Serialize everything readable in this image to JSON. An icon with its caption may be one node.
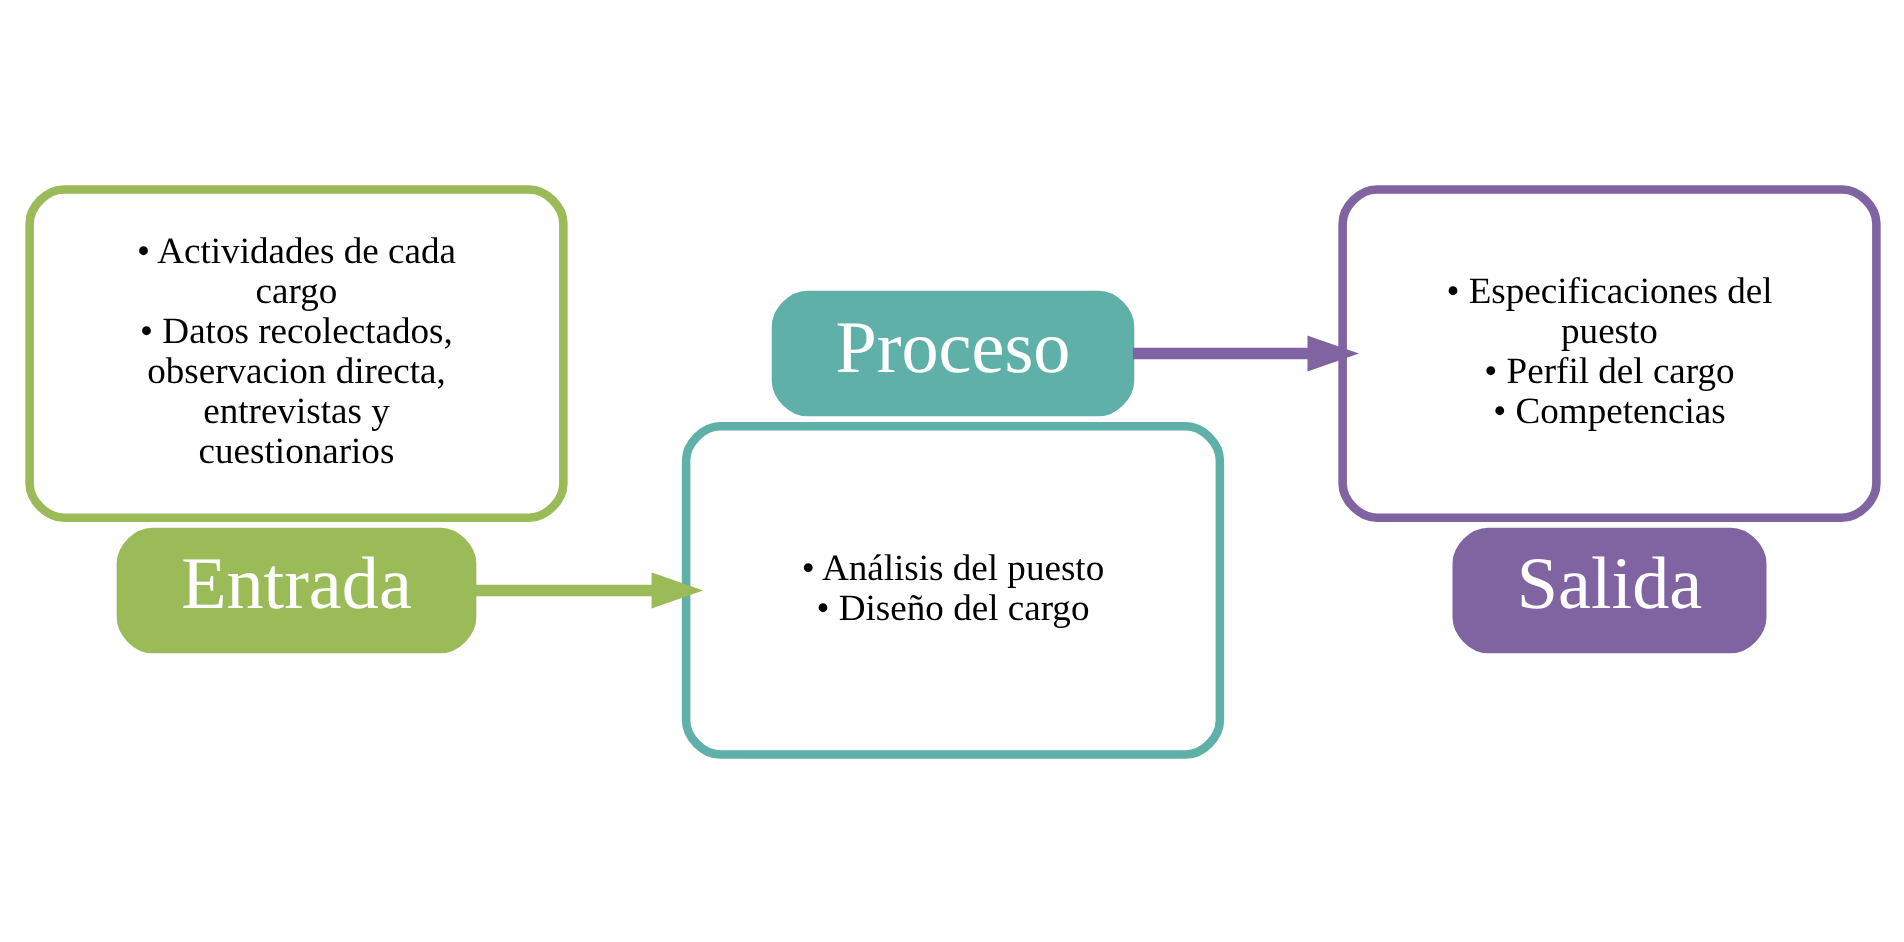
{
  "diagram": {
    "nodes": [
      {
        "text": [
          "• Actividades de cada cargo",
          "• Datos recolectados, observacion directa, entrevistas y cuestionarios"
        ]
      },
      {
        "text": [
          "Entrada"
        ]
      },
      {
        "text": [
          "Proceso"
        ]
      },
      {
        "text": [
          "• Análisis del puesto",
          "• Diseño del cargo"
        ]
      },
      {
        "text": [
          "• Especificaciones del puesto",
          "• Perfil del cargo",
          "• Competencias"
        ]
      },
      {
        "text": [
          "Salida"
        ]
      }
    ],
    "edges": [
      {
        "from": 1,
        "to": 3,
        "arrow": "to",
        "color": "#9bbb59"
      },
      {
        "from": 2,
        "to": 4,
        "arrow": "to",
        "color": "#8064a2"
      }
    ]
  }
}
